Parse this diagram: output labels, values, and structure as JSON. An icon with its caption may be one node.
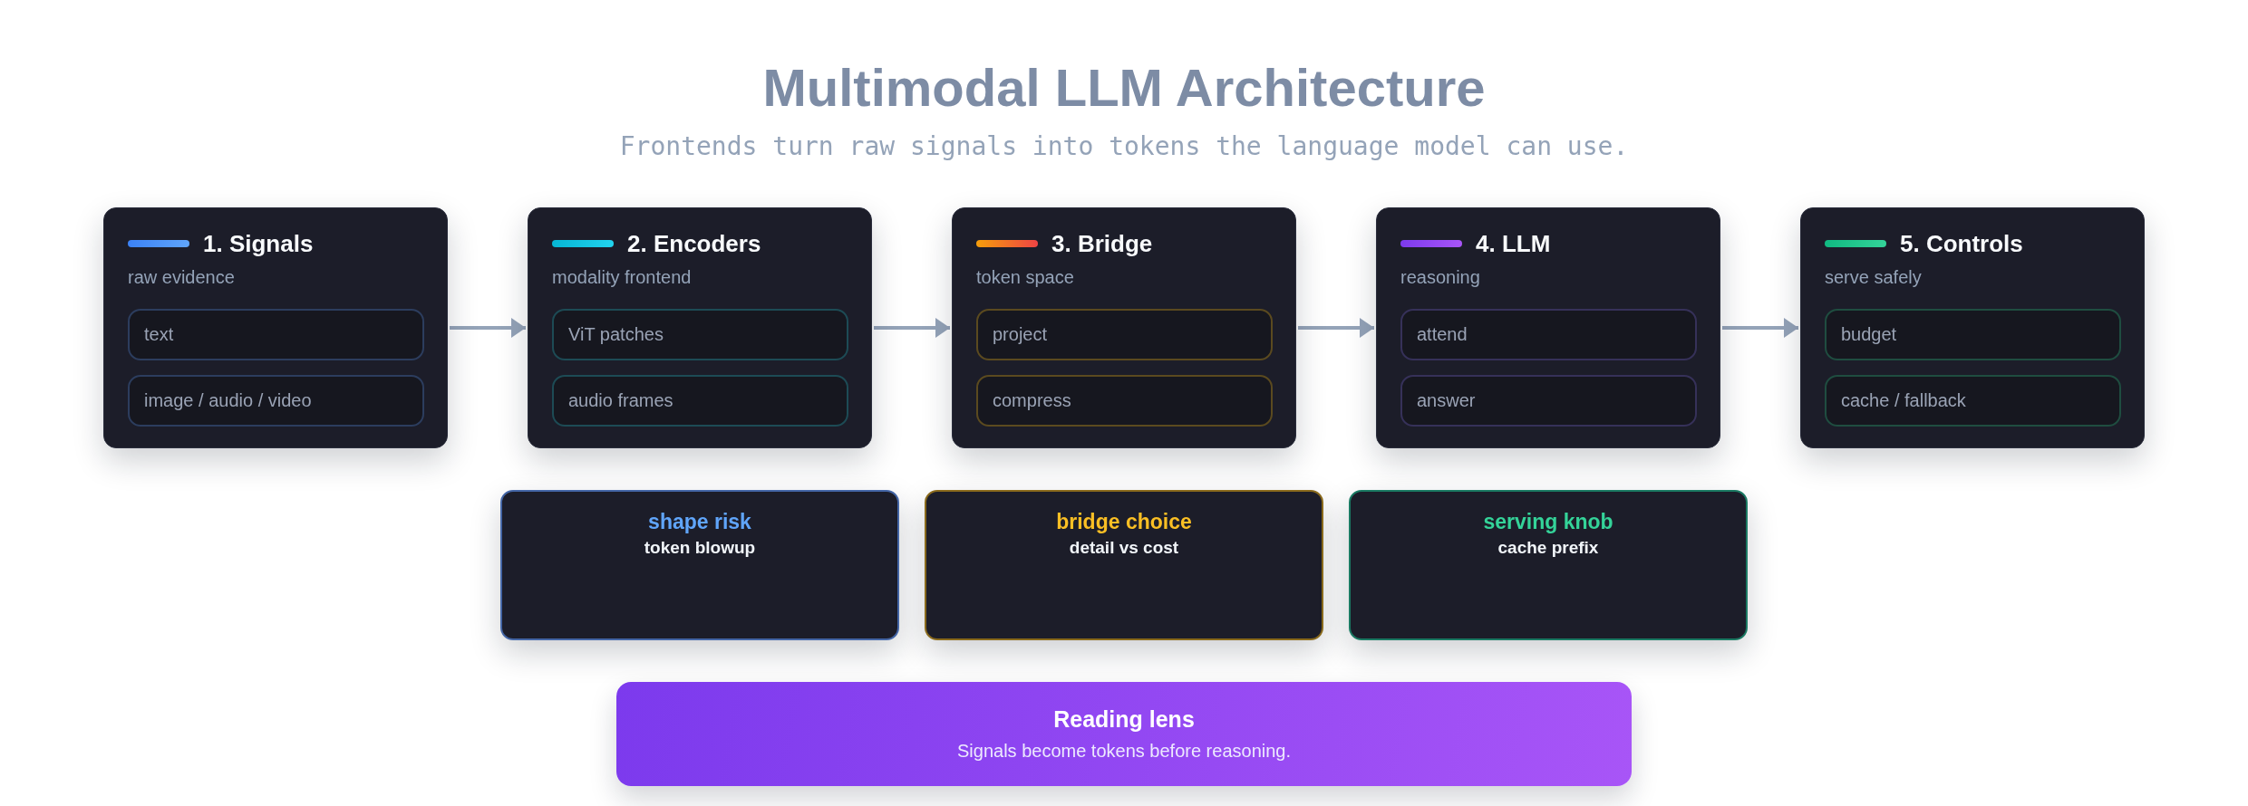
{
  "diagram": {
    "title": "Multimodal LLM Architecture",
    "nodes": [
      {
        "text": [
          "1. Signals",
          "raw evidence"
        ]
      },
      {
        "text": [
          "text"
        ],
        "in": 0
      },
      {
        "text": [
          "image / audio / video"
        ],
        "in": 0
      },
      {
        "text": [
          "2. Encoders",
          "modality frontend"
        ]
      },
      {
        "text": [
          "ViT patches"
        ],
        "in": 3
      },
      {
        "text": [
          "audio frames"
        ],
        "in": 3
      },
      {
        "text": [
          "3. Bridge",
          "token space"
        ]
      },
      {
        "text": [
          "project"
        ],
        "in": 6
      },
      {
        "text": [
          "compress"
        ],
        "in": 6
      },
      {
        "text": [
          "4. LLM",
          "reasoning"
        ]
      },
      {
        "text": [
          "attend"
        ],
        "in": 9
      },
      {
        "text": [
          "answer"
        ],
        "in": 9
      },
      {
        "text": [
          "5. Controls",
          "serve safely"
        ]
      },
      {
        "text": [
          "budget"
        ],
        "in": 12
      },
      {
        "text": [
          "cache / fallback"
        ],
        "in": 12
      },
      {
        "text": [
          "shape risk",
          "token blowup"
        ]
      },
      {
        "text": [
          "bridge choice",
          "detail vs cost"
        ]
      },
      {
        "text": [
          "serving knob",
          "cache prefix"
        ]
      },
      {
        "text": [
          "Reading lens",
          "Signals become tokens before reasoning."
        ]
      }
    ],
    "edges": [
      {
        "from": 0,
        "to": 3,
        "arrow": "to"
      },
      {
        "from": 3,
        "to": 6,
        "arrow": "to"
      },
      {
        "from": 6,
        "to": 9,
        "arrow": "to"
      },
      {
        "from": 9,
        "to": 12,
        "arrow": "to"
      }
    ],
    "labels": [
      "Frontends turn raw signals into tokens the language model can use."
    ]
  }
}
